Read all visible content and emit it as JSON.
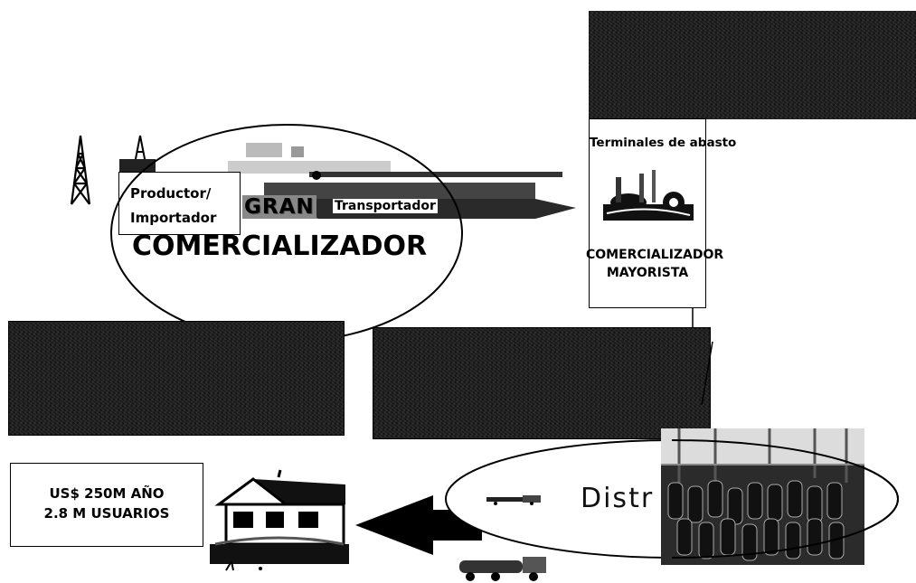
{
  "labels": {
    "productor": "Productor/",
    "importador": "Importador",
    "gran": "GRAN",
    "transportador": "Transportador",
    "comercializador": "COMERCIALIZADOR",
    "terminales": "Terminales de abasto",
    "comercializador_mayorista_1": "COMERCIALIZADOR",
    "comercializador_mayorista_2": "MAYORISTA",
    "usd_line": "US$ 250M AÑO",
    "usuarios_line": "2.8 M USUARIOS",
    "distribuidor_fragment": "Distr"
  },
  "colors": {
    "dark_block": "#1c1c1c",
    "text": "#000000",
    "background": "#ffffff"
  },
  "icons": [
    "oil-derrick-icon",
    "ship-icon",
    "terminal-tank-icon",
    "house-icon",
    "truck-icon",
    "cylinder-storage-photo"
  ]
}
